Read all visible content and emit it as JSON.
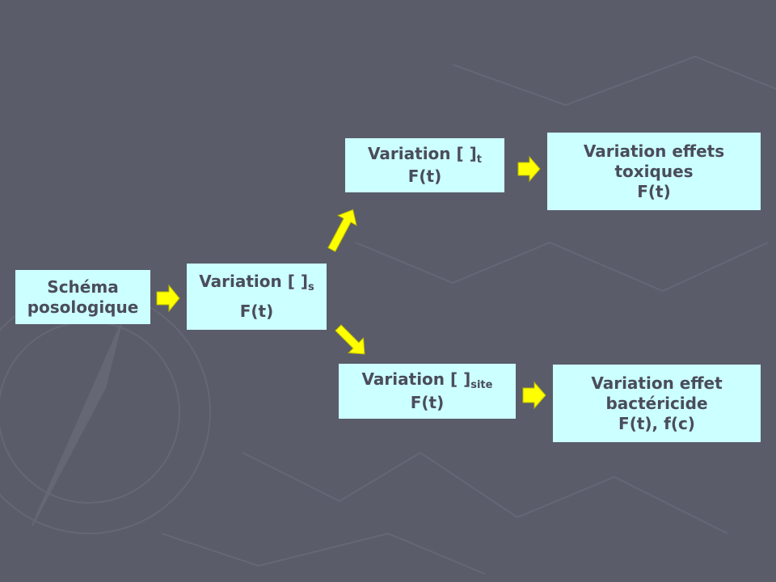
{
  "diagram": {
    "nodes": {
      "schema": {
        "line1": "Schéma",
        "line2": "posologique"
      },
      "var_s": {
        "prefix": "Variation [ ]",
        "sub": "s",
        "line2": "F(t)"
      },
      "var_t": {
        "prefix": "Variation [ ]",
        "sub": "t",
        "line2": "F(t)"
      },
      "toxic": {
        "line1": "Variation effets",
        "line2": "toxiques",
        "line3": "F(t)"
      },
      "var_site": {
        "prefix": "Variation [ ]",
        "sub": "site",
        "line2": "F(t)"
      },
      "bact": {
        "line1": "Variation effet",
        "line2": "bactéricide",
        "line3": "F(t), f(c)"
      }
    },
    "edges": [
      {
        "from": "schema",
        "to": "var_s"
      },
      {
        "from": "var_s",
        "to": "var_t"
      },
      {
        "from": "var_s",
        "to": "var_site"
      },
      {
        "from": "var_t",
        "to": "toxic"
      },
      {
        "from": "var_site",
        "to": "bact"
      }
    ],
    "colors": {
      "background": "#5a5c6a",
      "box_fill": "#ccffff",
      "box_text": "#4a4c5c",
      "arrow": "#ffff00"
    }
  }
}
